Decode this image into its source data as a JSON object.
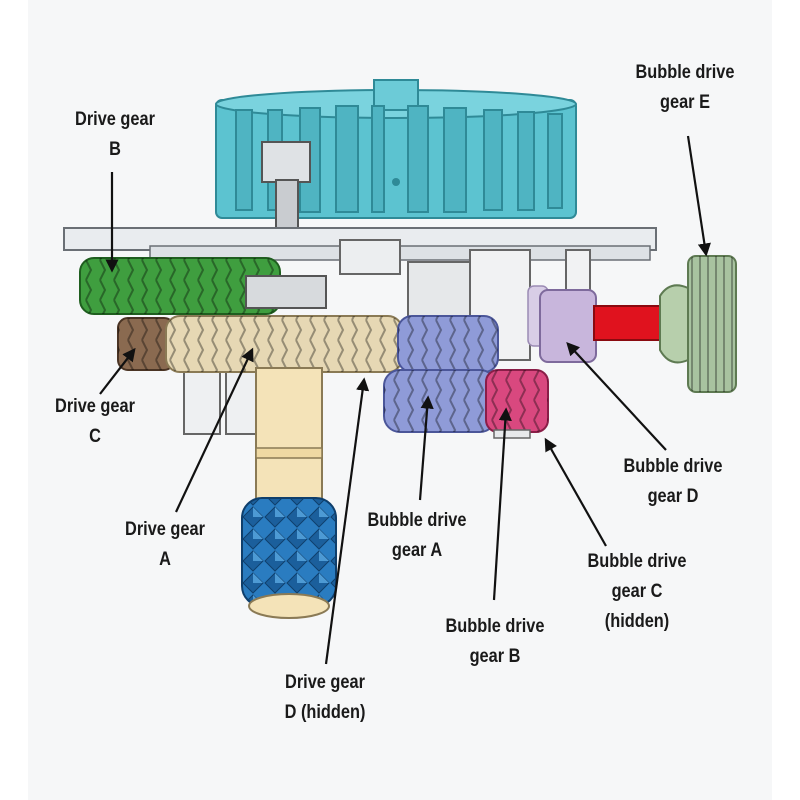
{
  "labels": {
    "drive_gear_b": [
      "Drive gear",
      "B"
    ],
    "drive_gear_c": [
      "Drive gear",
      "C"
    ],
    "drive_gear_a": [
      "Drive gear",
      "A"
    ],
    "drive_gear_d": [
      "Drive gear",
      "D (hidden)"
    ],
    "bubble_drive_gear_a": [
      "Bubble drive",
      "gear A"
    ],
    "bubble_drive_gear_b": [
      "Bubble drive",
      "gear B"
    ],
    "bubble_drive_gear_c": [
      "Bubble drive",
      "gear C",
      "(hidden)"
    ],
    "bubble_drive_gear_d": [
      "Bubble drive",
      "gear D"
    ],
    "bubble_drive_gear_e": [
      "Bubble drive",
      "gear E"
    ]
  },
  "colors": {
    "fan": "#5cc3d0",
    "drive_gear_b": "#3f9e3f",
    "drive_gear_a": "#e6d8b4",
    "drive_gear_c": "#8a6a50",
    "bubble_gear_a": "#8f9bd8",
    "bubble_gear_b": "#d9487f",
    "bubble_gear_d": "#c8b6dc",
    "bubble_gear_e": "#a8c3a0",
    "shaft_red": "#e0121e",
    "knob_blue": "#1f6fb5",
    "shaft_cream": "#f4e3b8",
    "plate": "#e9ecef"
  }
}
